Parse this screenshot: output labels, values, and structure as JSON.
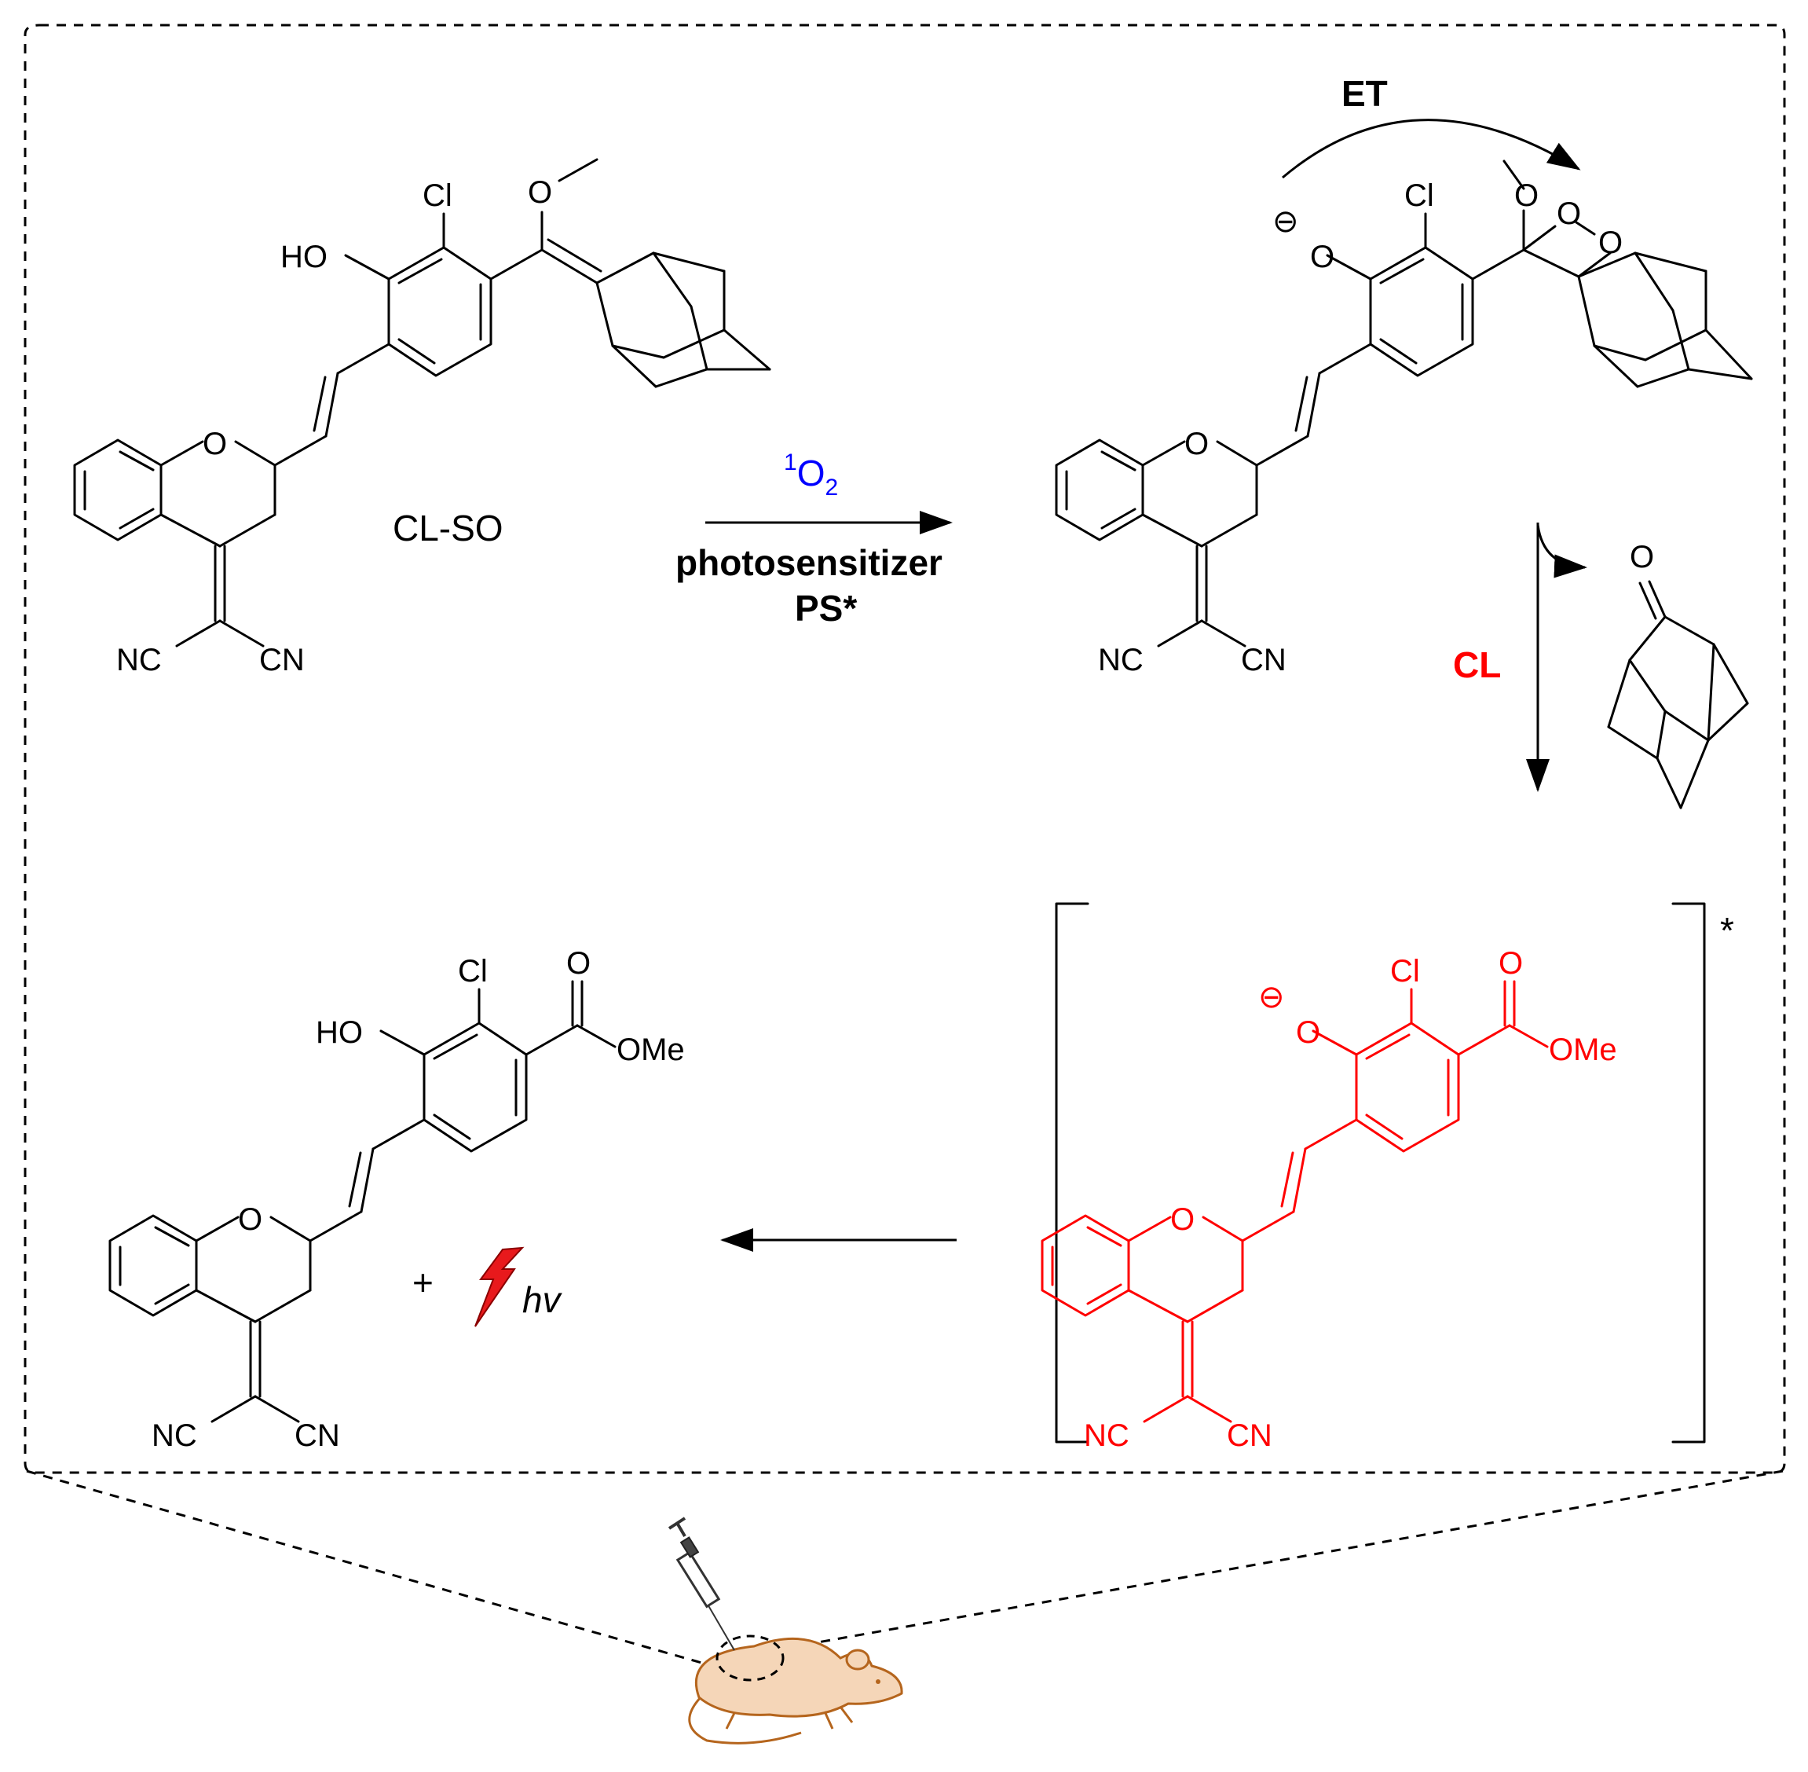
{
  "labels": {
    "cl_so": "CL-SO",
    "reagent": "1O2",
    "reagent_sup": "1",
    "reagent_base": "O",
    "reagent_sub": "2",
    "condition_1": "photosensitizer",
    "condition_2": "PS*",
    "et": "ET",
    "cl": "CL",
    "plus": "+",
    "hv": "hv",
    "excited": "*"
  },
  "atoms": {
    "cl": "Cl",
    "ho": "HO",
    "o": "O",
    "nc": "NC",
    "cn": "CN",
    "ome": "OMe",
    "minus": "⊖"
  },
  "colors": {
    "line": "#000000",
    "excited_product": "#ff0000",
    "reagent": "#0000ff",
    "mouse_body": "#f5d6b8",
    "mouse_outline": "#b5651d"
  },
  "icons": [
    "lightning-icon",
    "syringe-icon",
    "mouse-icon"
  ]
}
